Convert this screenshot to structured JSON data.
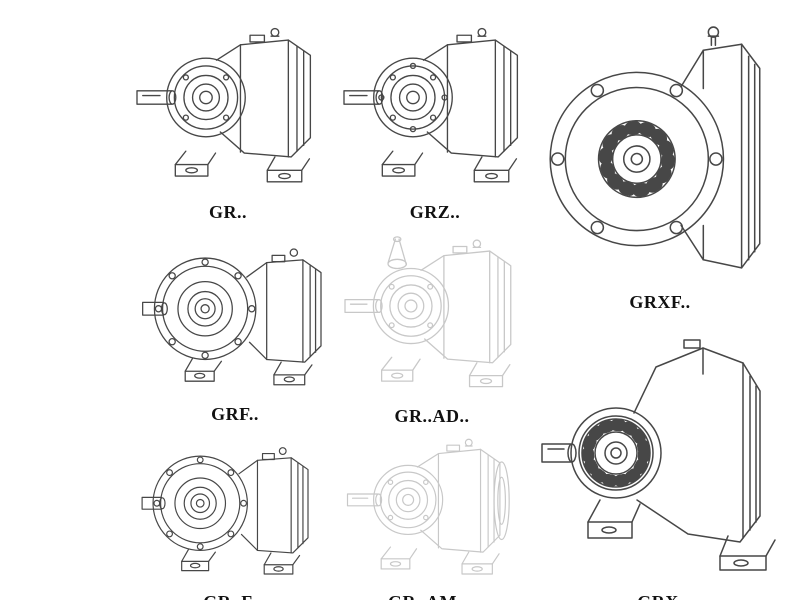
{
  "page": {
    "background": "#ffffff"
  },
  "colors": {
    "line": "#474747",
    "faint_line": "#c8c8c8",
    "label": "#111111"
  },
  "products": [
    {
      "id": "gr",
      "label": "GR.."
    },
    {
      "id": "grz",
      "label": "GRZ.."
    },
    {
      "id": "grxf",
      "label": "GRXF.."
    },
    {
      "id": "grf",
      "label": "GRF.."
    },
    {
      "id": "gr-ad",
      "label": "GR..AD.."
    },
    {
      "id": "gr-f",
      "label": "GR..F"
    },
    {
      "id": "gr-am",
      "label": "GR..AM.."
    },
    {
      "id": "grx",
      "label": "GRX.."
    }
  ]
}
